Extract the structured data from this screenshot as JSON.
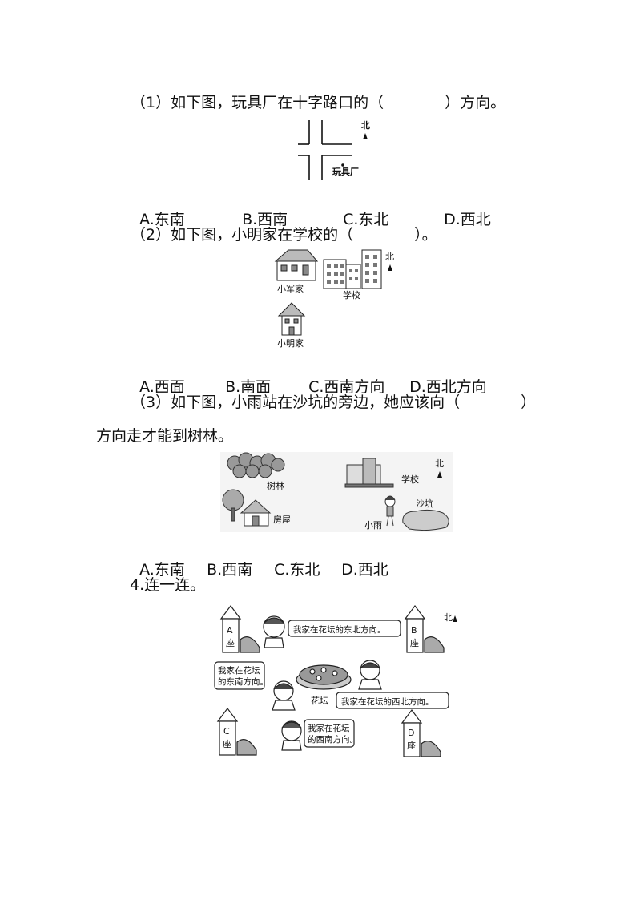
{
  "q1": {
    "stem": "（1）如下图，玩具厂在十字路口的（　　　　）方向。",
    "figure": {
      "north": "北",
      "factory": "玩具厂"
    },
    "options": [
      "A.东南",
      "B.西南",
      "C.东北",
      "D.西北"
    ]
  },
  "q2": {
    "stem": "（2）如下图，小明家在学校的（　　　　）。",
    "figure": {
      "north": "北",
      "xiaojun_home": "小军家",
      "school": "学校",
      "xiaoming_home": "小明家"
    },
    "options": [
      "A.西面",
      "B.南面",
      "C.西南方向",
      "D.西北方向"
    ]
  },
  "q3": {
    "stem_line1": "（3）如下图，小雨站在沙坑的旁边，她应该向（　　　　）",
    "stem_line2": "方向走才能到树林。",
    "figure": {
      "north": "北",
      "forest": "树林",
      "school": "学校",
      "house": "房屋",
      "xiaoyu": "小雨",
      "sandpit": "沙坑"
    },
    "options": [
      "A.东南",
      "B.西南",
      "C.东北",
      "D.西北"
    ]
  },
  "q4": {
    "title": "4.连一连。",
    "figure": {
      "north": "北",
      "building_a": [
        "A",
        "座"
      ],
      "building_b": [
        "B",
        "座"
      ],
      "building_c": [
        "C",
        "座"
      ],
      "building_d": [
        "D",
        "座"
      ],
      "bubble_top": "我家在花坛的东北方向。",
      "bubble_left": [
        "我家在花坛",
        "的东南方向。"
      ],
      "bubble_right": "我家在花坛的西北方向。",
      "bubble_bottom": [
        "我家在花坛",
        "的西南方向。"
      ],
      "flowerbed": "花坛"
    }
  }
}
